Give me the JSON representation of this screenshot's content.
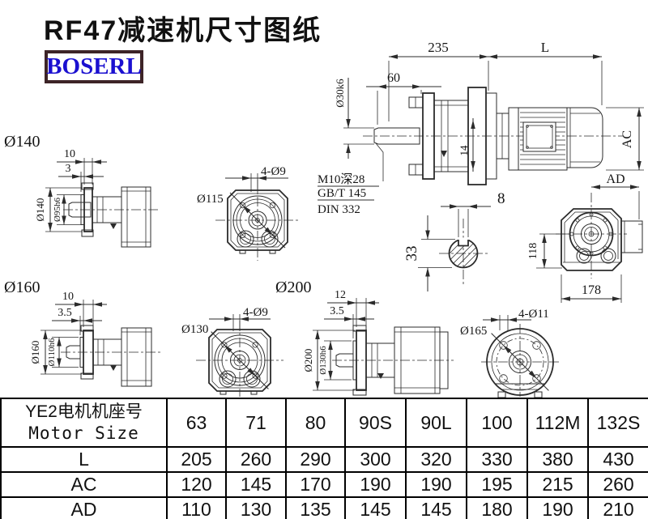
{
  "page": {
    "title": "RF47减速机尺寸图纸",
    "brand": "BOSERL"
  },
  "side_view": {
    "dim_front_length": "235",
    "dim_motor_length": "L",
    "dim_shaft_length": "60",
    "dim_shaft_dia": "Ø30k6",
    "dim_offset": "14",
    "dim_motor_height": "AC"
  },
  "thread_note": {
    "line1": "M10深28",
    "line2": "GB/T 145",
    "line3": "DIN 332"
  },
  "shaft_section": {
    "dim_key_width": "8",
    "dim_key_height": "33"
  },
  "rear_view": {
    "dim_ad": "AD",
    "dim_center_height": "118",
    "dim_width": "178"
  },
  "flange140": {
    "label": "Ø140",
    "dim_thickness": "10",
    "dim_spigot_len": "3",
    "dim_outer": "Ø140",
    "dim_spigot": "Ø95h6"
  },
  "flange115": {
    "dim_holes": "4-Ø9",
    "dim_bolt_circle": "Ø115"
  },
  "flange160": {
    "label": "Ø160",
    "dim_thickness": "10",
    "dim_spigot_len": "3.5",
    "dim_outer": "Ø160",
    "dim_spigot": "Ø110h6"
  },
  "flange130": {
    "dim_holes": "4-Ø9",
    "dim_bolt_circle": "Ø130"
  },
  "flange200": {
    "label": "Ø200",
    "dim_thickness": "12",
    "dim_spigot_len": "3.5",
    "dim_outer": "Ø200",
    "dim_spigot": "Ø130h6"
  },
  "flange165": {
    "dim_holes": "4-Ø11",
    "dim_bolt_circle": "Ø165"
  },
  "table": {
    "header_line1": "YE2电机机座号",
    "header_line2": "Motor Size",
    "sizes": [
      "63",
      "71",
      "80",
      "90S",
      "90L",
      "100",
      "112M",
      "132S"
    ],
    "rows": [
      {
        "label": "L",
        "values": [
          "205",
          "260",
          "290",
          "300",
          "320",
          "330",
          "380",
          "430"
        ]
      },
      {
        "label": "AC",
        "values": [
          "120",
          "145",
          "170",
          "190",
          "190",
          "195",
          "215",
          "260"
        ]
      },
      {
        "label": "AD",
        "values": [
          "110",
          "130",
          "135",
          "145",
          "145",
          "180",
          "190",
          "210"
        ]
      }
    ]
  }
}
